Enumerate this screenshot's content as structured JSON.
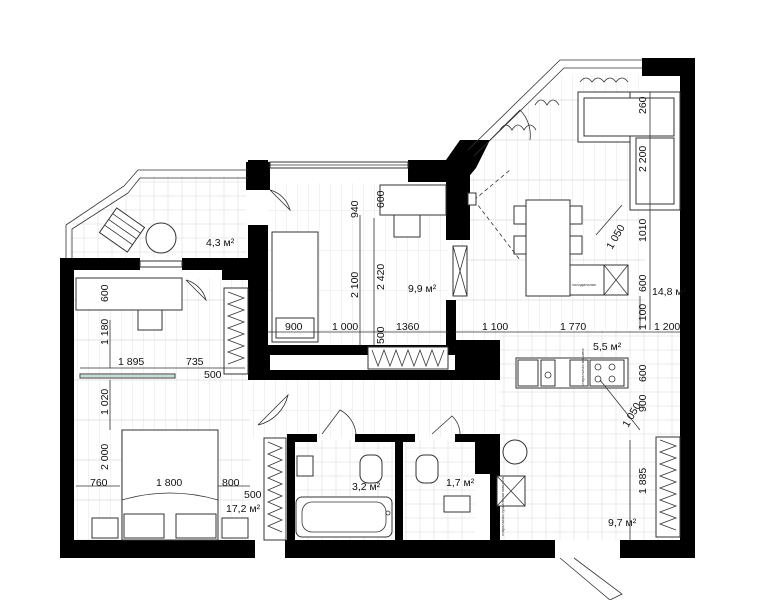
{
  "rooms": {
    "balcony_area": "4,3 м²",
    "bedroom_small_area": "9,9 м²",
    "living_kitchen_area": "14,8 м²",
    "hall_area": "5,5 м²",
    "bathroom_area": "3,2 м²",
    "wc_area": "1,7 м²",
    "corridor_area": "9,7 м²",
    "bedroom_main_area": "17,2 м²"
  },
  "dimensions": {
    "d600_desk_left": "600",
    "d1180": "1 180",
    "d1895": "1 895",
    "d735": "735",
    "d500_left": "500",
    "d1020": "1 020",
    "d2000": "2 000",
    "d760": "760",
    "d1800": "1 800",
    "d800": "800",
    "d500_bed": "500",
    "d940": "940",
    "d600_desk_mid": "600",
    "d2100": "2 100",
    "d2420": "2 420",
    "d900_bed": "900",
    "d1000": "1 000",
    "d500_mid": "500",
    "d1360": "1360",
    "d1100_h": "1 100",
    "d1770": "1 770",
    "d1100_v": "1 100",
    "d1200": "1 200",
    "d260": "260",
    "d2200": "2 200",
    "d1010": "1010",
    "d1050_table": "1 050",
    "d600_fridge": "600",
    "d600_kitchen": "600",
    "d900_kitchen": "900",
    "d1050_kitchen": "1 050",
    "d1885": "1 885"
  },
  "labels": {
    "fridge": "холодильник",
    "washer": "стиральная машина",
    "dryer_stack": "стиральная сушильная машина"
  },
  "colors": {
    "wall": "#000000",
    "board": "#d9d9d9",
    "tile": "#e2e2e2"
  }
}
